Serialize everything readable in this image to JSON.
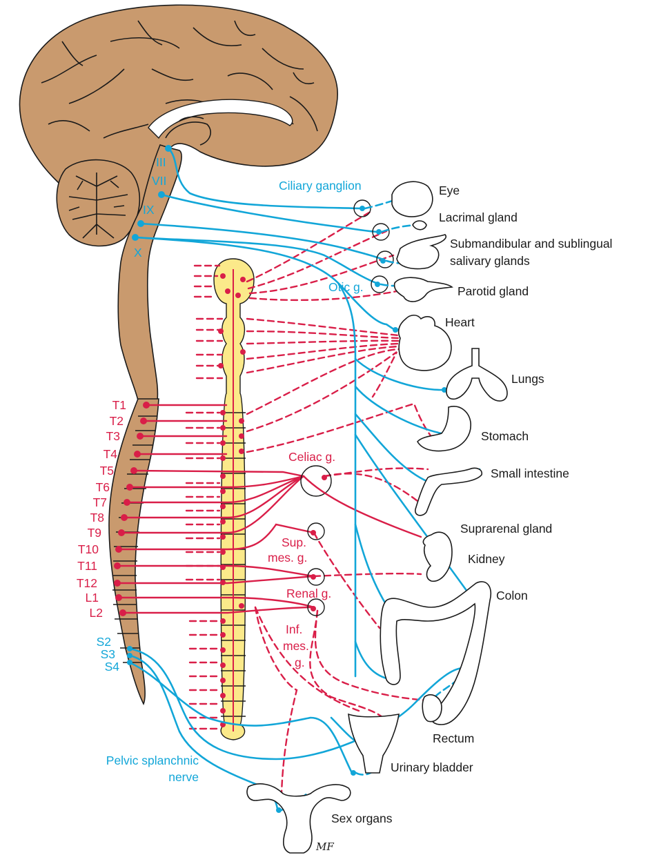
{
  "colors": {
    "parasympathetic": "#12a6d8",
    "sympathetic": "#d91e48",
    "brain": "#c99a6e",
    "spinal_cord": "#fbe98a",
    "outline": "#1a1a1a"
  },
  "cranial_nerves": [
    "III",
    "VII",
    "IX",
    "X"
  ],
  "spinal_levels": [
    "T1",
    "T2",
    "T3",
    "T4",
    "T5",
    "T6",
    "T7",
    "T8",
    "T9",
    "T10",
    "T11",
    "T12",
    "L1",
    "L2"
  ],
  "sacral_levels": [
    "S2",
    "S3",
    "S4"
  ],
  "ganglia": {
    "ciliary": "Ciliary ganglion",
    "otic": "Otic g.",
    "celiac": "Celiac g.",
    "sup_mes_1": "Sup.",
    "sup_mes_2": "mes. g.",
    "renal": "Renal g.",
    "inf_mes_1": "Inf.",
    "inf_mes_2": "mes.",
    "inf_mes_3": "g."
  },
  "pelvic_nerve": {
    "line1": "Pelvic splanchnic",
    "line2": "nerve"
  },
  "organs": {
    "eye": "Eye",
    "lacrimal": "Lacrimal gland",
    "salivary_1": "Submandibular and sublingual",
    "salivary_2": "salivary glands",
    "parotid": "Parotid gland",
    "heart": "Heart",
    "lungs": "Lungs",
    "stomach": "Stomach",
    "small_intestine": "Small intestine",
    "suprarenal": "Suprarenal gland",
    "kidney": "Kidney",
    "colon": "Colon",
    "rectum": "Rectum",
    "bladder": "Urinary bladder",
    "sex_organs": "Sex organs"
  },
  "signature": "MF"
}
